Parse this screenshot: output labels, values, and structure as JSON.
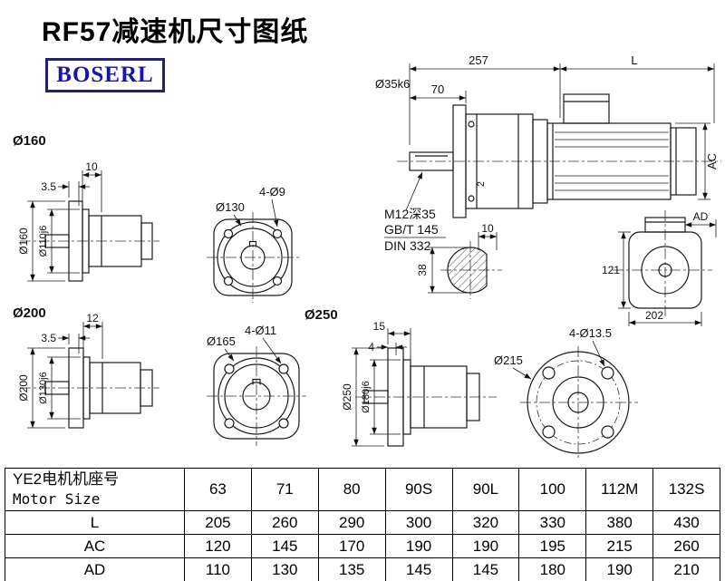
{
  "header": {
    "title": "RF57减速机尺寸图纸",
    "logo": "BOSERL"
  },
  "colors": {
    "logo_border": "#23236b",
    "logo_text": "#1515ad",
    "line": "#1a1a1a"
  },
  "main_view": {
    "dim257": "257",
    "dimL": "L",
    "dim70": "70",
    "shaft_dia": "Ø35k6",
    "dimAC": "AC",
    "dim2": "2",
    "note_m12": "M12深35",
    "note_gbt": "GB/T 145",
    "note_din": "DIN 332"
  },
  "view160": {
    "title": "Ø160",
    "dim10": "10",
    "dim35": "3.5",
    "dia_outer": "Ø160",
    "dia_spigot": "Ø110j6"
  },
  "view130": {
    "dia": "Ø130",
    "holes": "4-Ø9"
  },
  "key_section": {
    "dim10": "10",
    "dim38": "38"
  },
  "ad_view": {
    "dimAD": "AD",
    "dim121": "121",
    "dim202": "202"
  },
  "view200": {
    "title": "Ø200",
    "dim12": "12",
    "dim35": "3.5",
    "dia_outer": "Ø200",
    "dia_spigot": "Ø130j6"
  },
  "view165": {
    "section_title": "Ø250",
    "dia": "Ø165",
    "holes": "4-Ø11"
  },
  "view250": {
    "dim15": "15",
    "dim4": "4",
    "dia_outer": "Ø250",
    "dia_spigot": "Ø180j6"
  },
  "view215": {
    "dia": "Ø215",
    "holes": "4-Ø13.5"
  },
  "table": {
    "header_label_cn": "YE2电机机座号",
    "header_label_en": "Motor Size",
    "sizes": [
      "63",
      "71",
      "80",
      "90S",
      "90L",
      "100",
      "112M",
      "132S"
    ],
    "rows": [
      {
        "label": "L",
        "values": [
          "205",
          "260",
          "290",
          "300",
          "320",
          "330",
          "380",
          "430"
        ]
      },
      {
        "label": "AC",
        "values": [
          "120",
          "145",
          "170",
          "190",
          "190",
          "195",
          "215",
          "260"
        ]
      },
      {
        "label": "AD",
        "values": [
          "110",
          "130",
          "135",
          "145",
          "145",
          "180",
          "190",
          "210"
        ]
      }
    ]
  }
}
